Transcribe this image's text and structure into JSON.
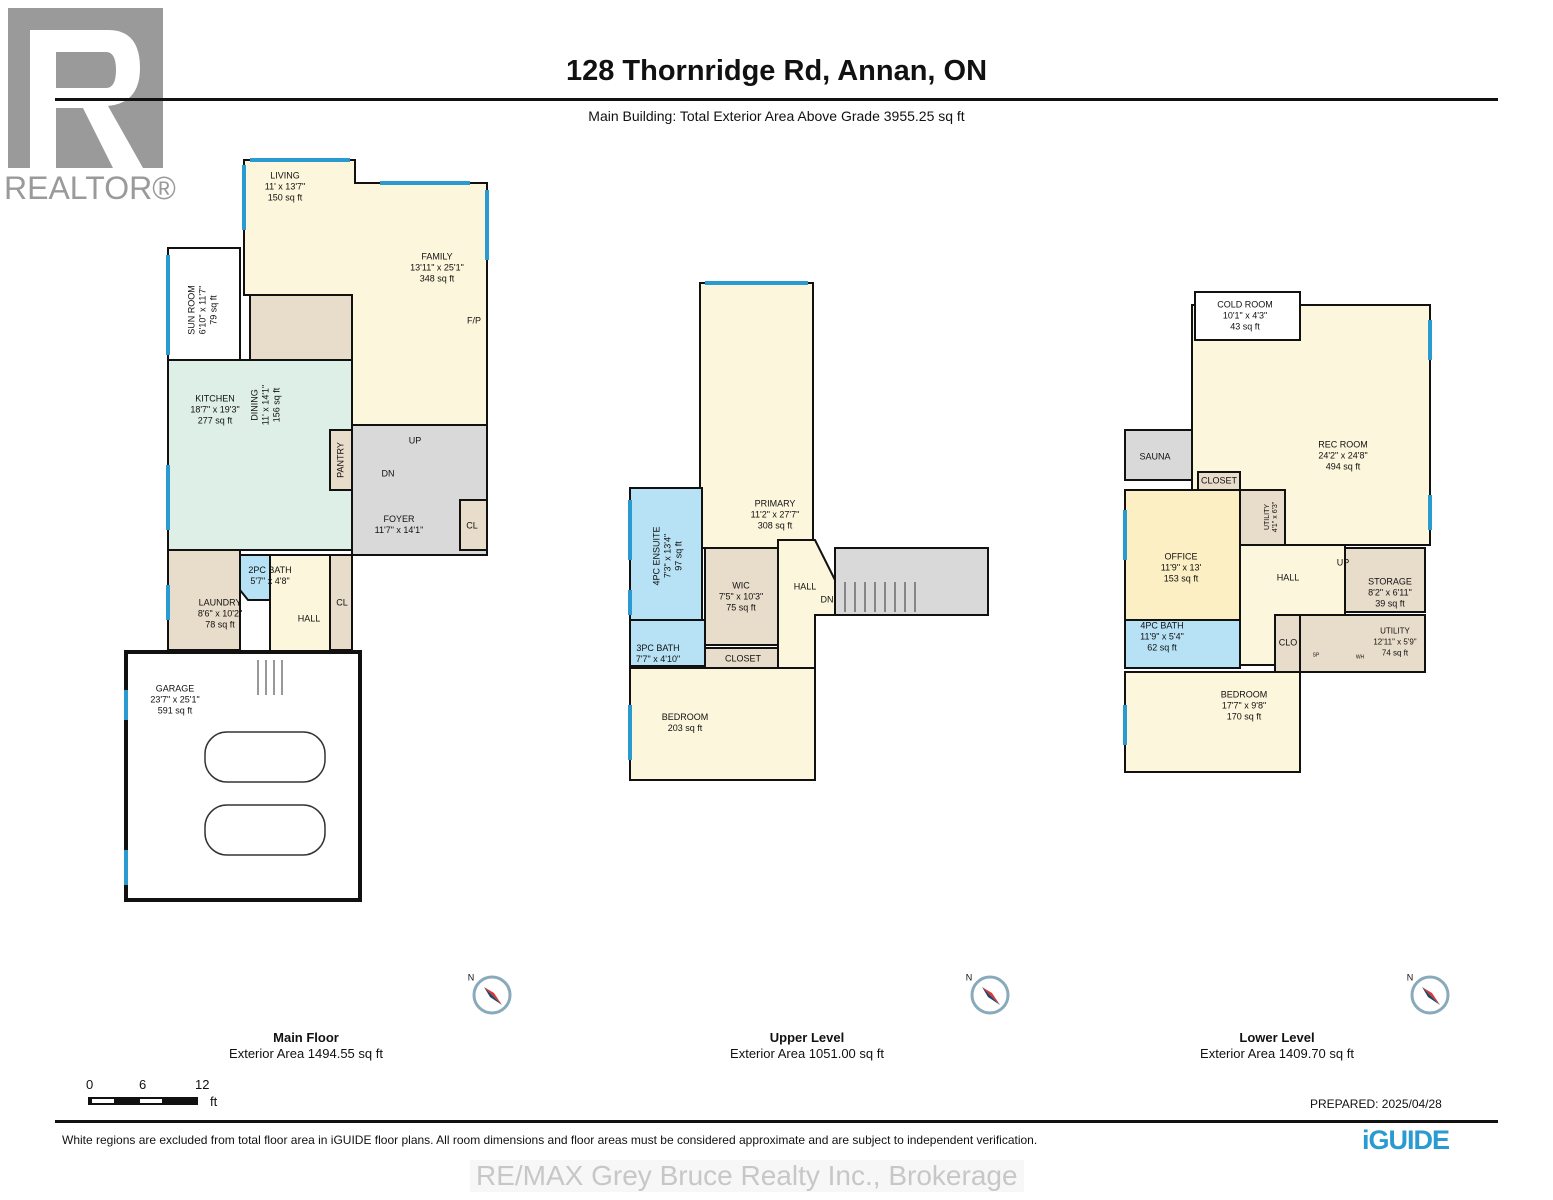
{
  "header": {
    "title": "128 Thornridge Rd, Annan, ON",
    "subtitle": "Main Building: Total Exterior Area Above Grade 3955.25 sq ft"
  },
  "logo": {
    "text": "REALTOR®",
    "letter": "R"
  },
  "colors": {
    "wall": "#111111",
    "window": "#2a9bd1",
    "living": "#fbf6dc",
    "tan": "#e8dccb",
    "kitchen": "#deefe7",
    "bath": "#b7e1f4",
    "grey": "#d9d9d9",
    "office": "#fbefc3"
  },
  "floors": [
    {
      "name": "Main Floor",
      "area": "Exterior Area 1494.55 sq ft",
      "rooms": [
        {
          "name": "LIVING",
          "dims": "11' x 13'7\"",
          "area": "150 sq ft"
        },
        {
          "name": "FAMILY",
          "dims": "13'11\" x 25'1\"",
          "area": "348 sq ft"
        },
        {
          "name": "SUN ROOM",
          "dims": "6'10\" x 11'7\"",
          "area": "79 sq ft"
        },
        {
          "name": "DINING",
          "dims": "11' x 14'1\"",
          "area": "156 sq ft"
        },
        {
          "name": "KITCHEN",
          "dims": "18'7\" x 19'3\"",
          "area": "277 sq ft"
        },
        {
          "name": "FOYER",
          "dims": "11'7\" x 14'1\"",
          "area": ""
        },
        {
          "name": "LAUNDRY",
          "dims": "8'6\" x 10'2\"",
          "area": "78 sq ft"
        },
        {
          "name": "2PC BATH",
          "dims": "5'7\" x 4'8\"",
          "area": ""
        },
        {
          "name": "GARAGE",
          "dims": "23'7\" x 25'1\"",
          "area": "591 sq ft"
        }
      ],
      "labels": {
        "pantry": "PANTRY",
        "hall": "HALL",
        "cl1": "CL",
        "cl2": "CL",
        "fp": "F/P",
        "up": "UP",
        "dn": "DN"
      }
    },
    {
      "name": "Upper Level",
      "area": "Exterior Area 1051.00 sq ft",
      "rooms": [
        {
          "name": "PRIMARY",
          "dims": "11'2\" x 27'7\"",
          "area": "308 sq ft"
        },
        {
          "name": "4PC ENSUITE",
          "dims": "7'3\" x 13'4\"",
          "area": "97 sq ft"
        },
        {
          "name": "WIC",
          "dims": "7'5\" x 10'3\"",
          "area": "75 sq ft"
        },
        {
          "name": "3PC BATH",
          "dims": "7'7\" x 4'10\"",
          "area": ""
        },
        {
          "name": "BEDROOM",
          "dims": "",
          "area": "203 sq ft"
        }
      ],
      "labels": {
        "hall": "HALL",
        "dn": "DN",
        "closet": "CLOSET"
      }
    },
    {
      "name": "Lower Level",
      "area": "Exterior Area 1409.70 sq ft",
      "rooms": [
        {
          "name": "COLD ROOM",
          "dims": "10'1\" x 4'3\"",
          "area": "43 sq ft"
        },
        {
          "name": "REC ROOM",
          "dims": "24'2\" x 24'8\"",
          "area": "494 sq ft"
        },
        {
          "name": "OFFICE",
          "dims": "11'9\" x 13'",
          "area": "153 sq ft"
        },
        {
          "name": "STORAGE",
          "dims": "8'2\" x 6'11\"",
          "area": "39 sq ft"
        },
        {
          "name": "4PC BATH",
          "dims": "11'9\" x 5'4\"",
          "area": "62 sq ft"
        },
        {
          "name": "UTILITY",
          "dims": "12'11\" x 5'9\"",
          "area": "74 sq ft"
        },
        {
          "name": "BEDROOM",
          "dims": "17'7\" x 9'8\"",
          "area": "170 sq ft"
        },
        {
          "name": "UTILITY",
          "dims": "4'1\" x 6'3\"",
          "area": ""
        }
      ],
      "labels": {
        "sauna": "SAUNA",
        "closet": "CLOSET",
        "hall": "HALL",
        "clo": "CLO",
        "up": "UP",
        "sp": "SP",
        "wh": "WH"
      }
    }
  ],
  "compass": {
    "label": "N"
  },
  "scale": {
    "ticks": [
      "0",
      "6",
      "12"
    ],
    "unit": "ft"
  },
  "footer": {
    "prepared": "PREPARED: 2025/04/28",
    "disclaimer": "White regions are excluded from total floor area in iGUIDE floor plans. All room dimensions and floor areas must be considered approximate and are subject to independent verification.",
    "watermark": "RE/MAX Grey Bruce Realty Inc., Brokerage",
    "brand": "iGUIDE"
  }
}
